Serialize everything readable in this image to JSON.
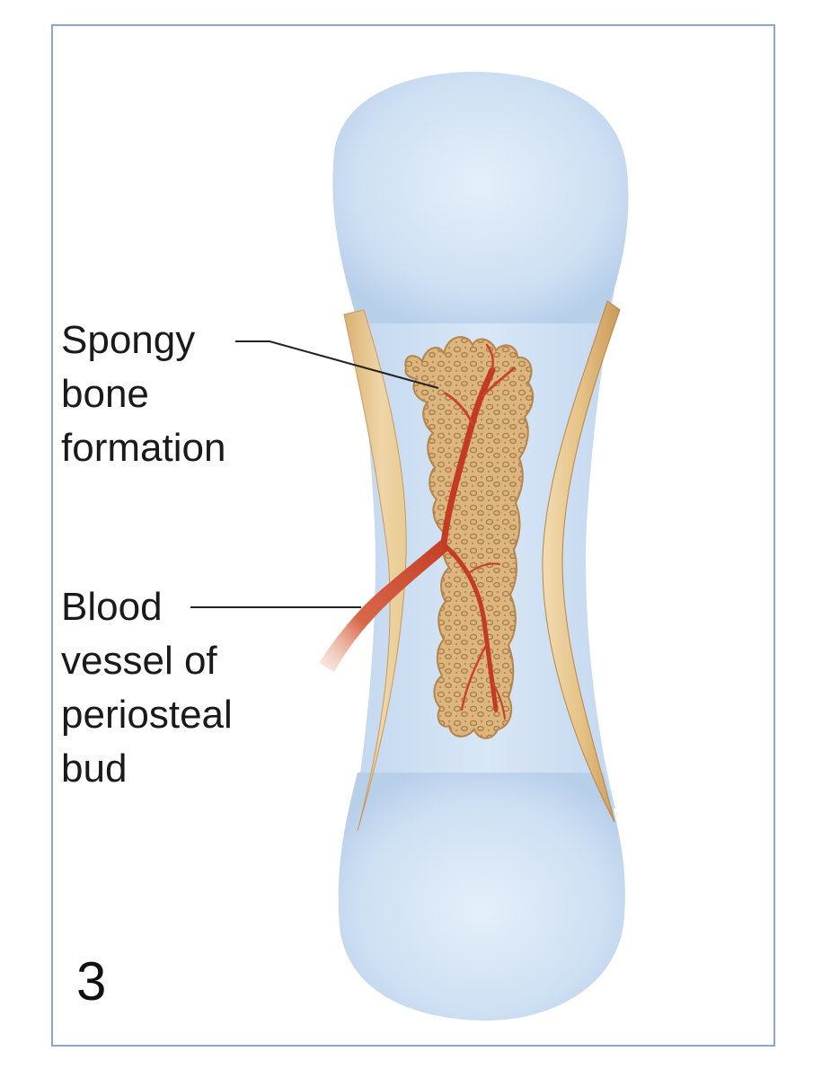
{
  "figure": {
    "step_number": "3",
    "labels": {
      "spongy_bone": [
        "Spongy",
        "bone",
        "formation"
      ],
      "blood_vessel": [
        "Blood",
        "vessel of",
        "periosteal",
        "bud"
      ]
    }
  },
  "colors": {
    "frame_border": "#8ea6cf",
    "cartilage": "#cfe0f3",
    "bone_collar": "#e6c48a",
    "spongy_bone": "#d9b27a",
    "blood_vessel": "#c9452a",
    "leader_line": "#222222"
  }
}
